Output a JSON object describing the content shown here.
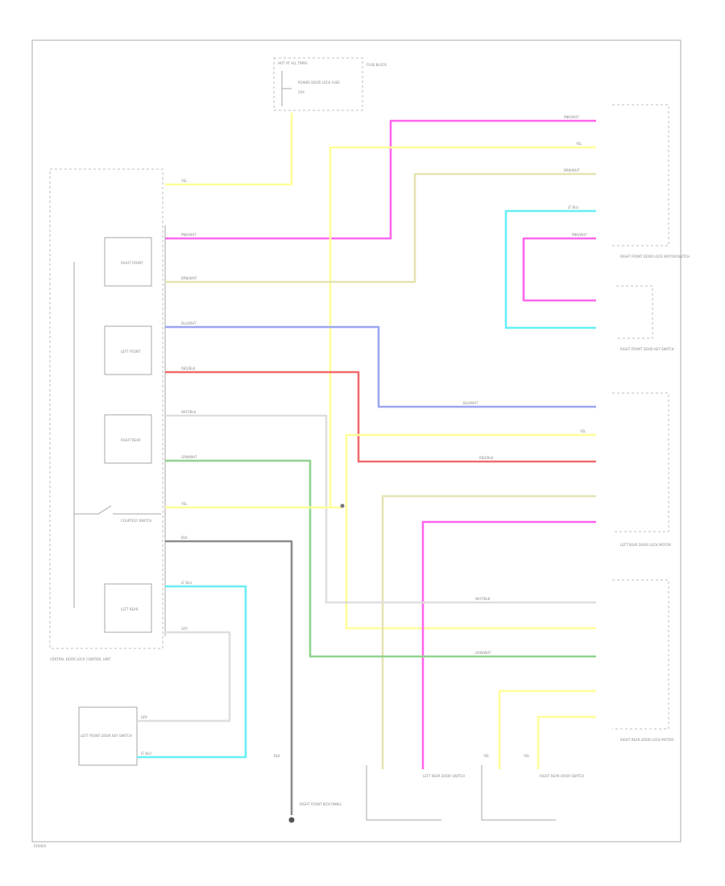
{
  "diagram": {
    "colors": {
      "pink": "#ff66ee",
      "yellow": "#ffff99",
      "tan": "#e6e3b3",
      "cyan": "#66f0f5",
      "blue": "#9aa6f0",
      "red": "#f26b6b",
      "green": "#8fd48f",
      "white": "#dedede",
      "grey": "#8c8c8c",
      "frame": "#b9b9b9"
    },
    "labels": {
      "fuse_block": "FUSE BLOCK",
      "fuse_box": "HOT AT ALL TIMES",
      "fuse_name": "POWER DOOR LOCK FUSE",
      "fuse_amps": "20A",
      "rf_lock_motor": "RIGHT FRONT DOOR LOCK MOTOR/SWITCH",
      "rf_key_switch": "RIGHT FRONT DOOR KEY SWITCH",
      "lr_lock_motor": "LEFT REAR DOOR LOCK MOTOR",
      "rr_lock_motor": "RIGHT REAR DOOR LOCK MOTOR",
      "control_unit": "CENTRAL DOOR LOCK CONTROL UNIT",
      "lf_key_switch": "LEFT FRONT DOOR KEY SWITCH",
      "lr_door_switch": "LEFT REAR DOOR SWITCH",
      "rr_door_switch": "RIGHT REAR DOOR SWITCH",
      "ground": "RIGHT FRONT KICK PANEL",
      "relay_rf": "RIGHT FRONT",
      "relay_lf": "LEFT FRONT",
      "relay_rr": "RIGHT REAR",
      "relay_lr": "LEFT REAR",
      "courtesy": "COURTESY SWITCH",
      "page_code": "P29450"
    },
    "wire_labels": {
      "yel": "YEL",
      "pnk": "PNK/WHT",
      "tan": "BRN/WHT",
      "blu": "BLU/WHT",
      "red": "RED/BLK",
      "wht": "WHT/BLK",
      "grn": "GRN/WHT",
      "lblu": "LT BLU",
      "blk": "BLK",
      "gry": "GRY"
    }
  }
}
